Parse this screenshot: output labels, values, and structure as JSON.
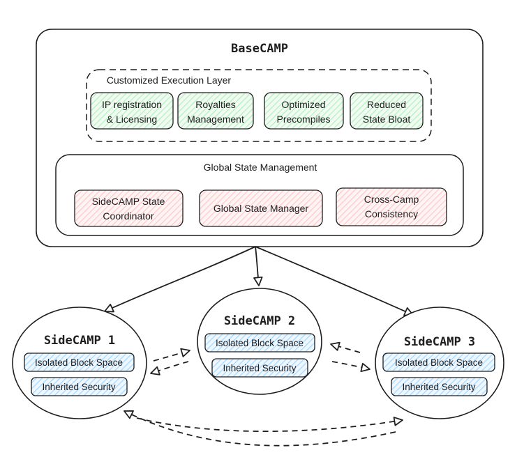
{
  "colors": {
    "stroke": "#1e1e1e",
    "green_hatch": "#b2f2bb",
    "red_hatch": "#ffc9c9",
    "blue_hatch": "#a5d8ff"
  },
  "basecamp": {
    "title": "BaseCAMP",
    "execution_layer": {
      "title": "Customized Execution Layer",
      "boxes": [
        {
          "line1": "IP registration",
          "line2": "& Licensing"
        },
        {
          "line1": "Royalties",
          "line2": "Management"
        },
        {
          "line1": "Optimized",
          "line2": "Precompiles"
        },
        {
          "line1": "Reduced",
          "line2": "State Bloat"
        }
      ]
    },
    "state_management": {
      "title": "Global State Management",
      "boxes": [
        {
          "line1": "SideCAMP State",
          "line2": "Coordinator"
        },
        {
          "line1": "Global State Manager",
          "line2": ""
        },
        {
          "line1": "Cross-Camp",
          "line2": "Consistency"
        }
      ]
    }
  },
  "sidecamps": [
    {
      "title": "SideCAMP 1",
      "items": [
        "Isolated Block Space",
        "Inherited Security"
      ]
    },
    {
      "title": "SideCAMP 2",
      "items": [
        "Isolated Block Space",
        "Inherited Security"
      ]
    },
    {
      "title": "SideCAMP 3",
      "items": [
        "Isolated Block Space",
        "Inherited Security"
      ]
    }
  ]
}
